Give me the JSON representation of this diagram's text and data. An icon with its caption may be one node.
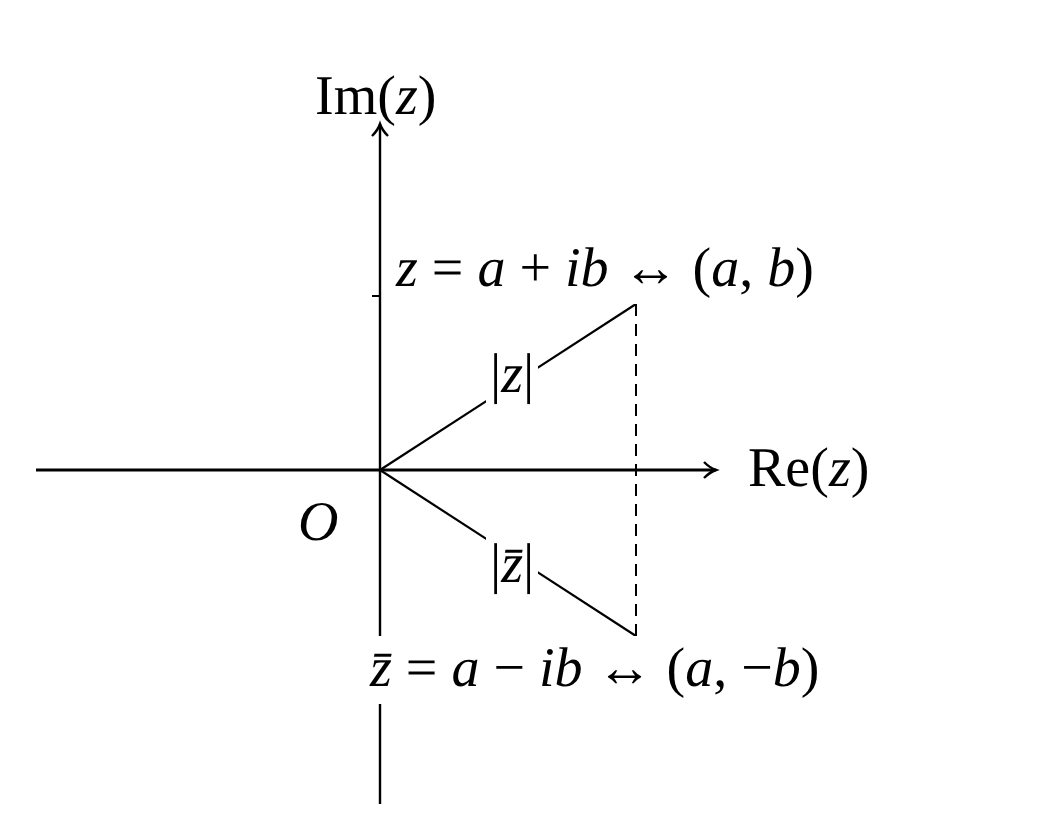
{
  "diagram": {
    "nodes": [
      {
        "text": [
          "*z* = *a* + *ib* ↔ (*a*, *b*)"
        ]
      },
      {
        "text": [
          "*z̄* = *a* − *ib* ↔ (*a*, −*b*)"
        ]
      }
    ],
    "edges": [
      {
        "from": null,
        "to": 0,
        "arrow": "none",
        "label": "|*z*|"
      },
      {
        "from": null,
        "to": 1,
        "arrow": "none",
        "label": "|*z̄*|"
      },
      {
        "from": 0,
        "to": 1,
        "arrow": "none",
        "style": "dashed"
      }
    ],
    "labels": [
      "Im(*z*)",
      "Re(*z*)",
      "*O*"
    ]
  }
}
